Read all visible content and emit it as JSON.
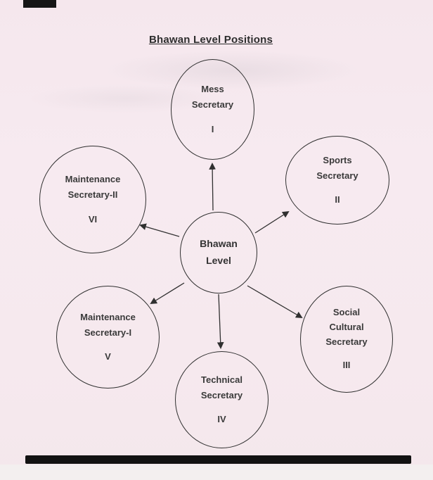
{
  "title": "Bhawan Level Positions",
  "colors": {
    "paper": "#f6e9ee",
    "ink": "#303030",
    "scan_marks": "#161616"
  },
  "diagram": {
    "center": {
      "id": "bhawan-level",
      "lines": [
        "Bhawan",
        "Level"
      ]
    },
    "nodes": [
      {
        "id": "mess-secretary",
        "lines": [
          "Mess",
          "Secretary"
        ],
        "numeral": "I"
      },
      {
        "id": "sports-secretary",
        "lines": [
          "Sports",
          "Secretary"
        ],
        "numeral": "II"
      },
      {
        "id": "social-cultural-secretary",
        "lines": [
          "Social",
          "Cultural",
          "Secretary"
        ],
        "numeral": "III"
      },
      {
        "id": "technical-secretary",
        "lines": [
          "Technical",
          "Secretary"
        ],
        "numeral": "IV"
      },
      {
        "id": "maintenance-secretary-1",
        "lines": [
          "Maintenance",
          "Secretary-I"
        ],
        "numeral": "V"
      },
      {
        "id": "maintenance-secretary-2",
        "lines": [
          "Maintenance",
          "Secretary-II"
        ],
        "numeral": "VI"
      }
    ]
  }
}
